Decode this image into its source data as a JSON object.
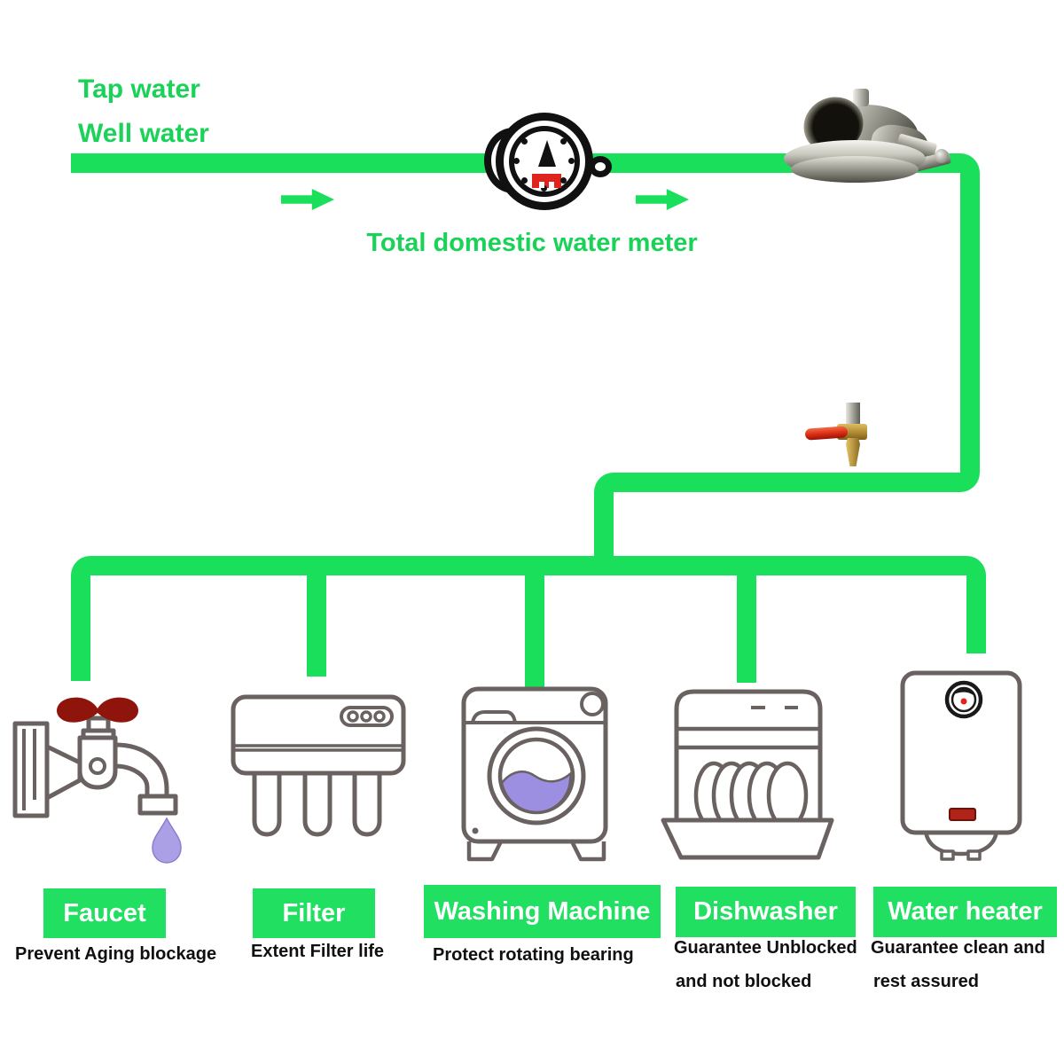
{
  "colors": {
    "pipe_green": "#1adf5b",
    "text_green": "#1bd258",
    "label_box_green": "#20df61",
    "icon_outline": "#6a6161",
    "faucet_handle_red": "#8f150c",
    "water_drop_purple": "#aba0e6",
    "washer_water_purple": "#9c8fe2",
    "meter_display_red": "#e0231c",
    "heater_indicator_red": "#b02318",
    "valve_handle_red": "#d92c12",
    "brass": "#b08a33"
  },
  "sources": {
    "line1": "Tap water",
    "line2": "Well water"
  },
  "meter": {
    "caption": "Total domestic water meter"
  },
  "appliances": [
    {
      "id": "faucet",
      "label": "Faucet",
      "desc1": "Prevent Aging blockage",
      "desc2": ""
    },
    {
      "id": "filter",
      "label": "Filter",
      "desc1": "Extent Filter life",
      "desc2": ""
    },
    {
      "id": "washing-machine",
      "label": "Washing Machine",
      "desc1": "Protect rotating bearing",
      "desc2": ""
    },
    {
      "id": "dishwasher",
      "label": "Dishwasher",
      "desc1": "Guarantee Unblocked",
      "desc2": "and not blocked"
    },
    {
      "id": "water-heater",
      "label": "Water heater",
      "desc1": "Guarantee clean and",
      "desc2": "rest assured"
    }
  ]
}
